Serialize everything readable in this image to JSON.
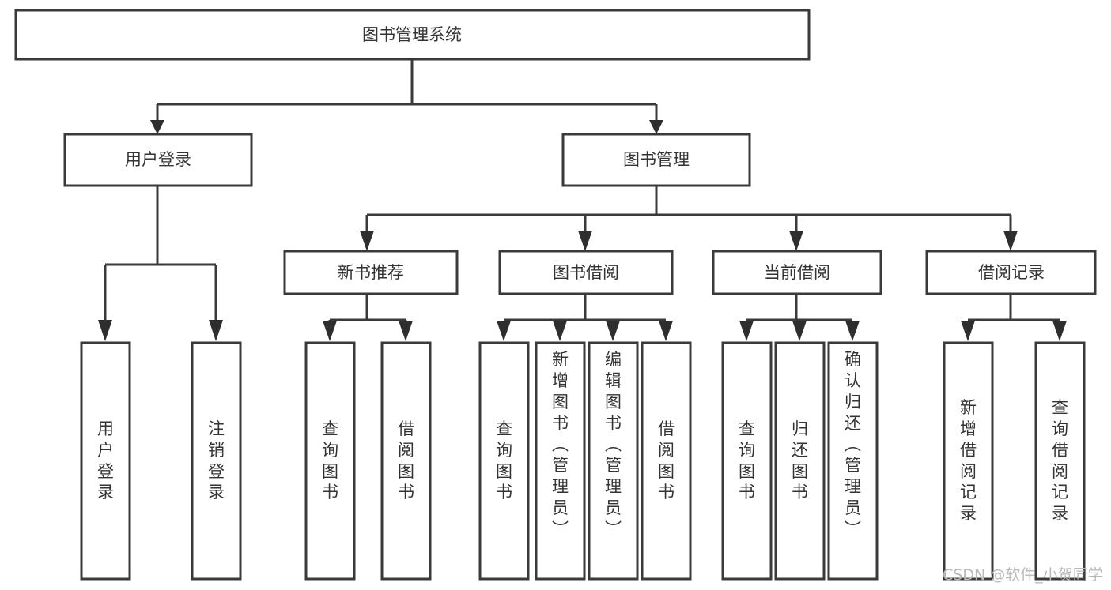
{
  "diagram": {
    "title": "图书管理系统",
    "watermark": "CSDN @软件_小贺同学",
    "colors": {
      "box_stroke": "#3a3a3a",
      "box_fill": "#ffffff",
      "connector": "#3a3a3a",
      "text": "#333333",
      "watermark": "#b9b9b9",
      "background": "#ffffff"
    },
    "root": {
      "label": "图书管理系统"
    },
    "level1": [
      {
        "label": "用户登录"
      },
      {
        "label": "图书管理"
      }
    ],
    "level2": [
      {
        "label": "新书推荐"
      },
      {
        "label": "图书借阅"
      },
      {
        "label": "当前借阅"
      },
      {
        "label": "借阅记录"
      }
    ],
    "leaves": {
      "user_login": [
        {
          "label": "用户登录"
        },
        {
          "label": "注销登录"
        }
      ],
      "new_book_recommend": [
        {
          "label": "查询图书"
        },
        {
          "label": "借阅图书"
        }
      ],
      "book_borrow": [
        {
          "label": "查询图书"
        },
        {
          "label": "新增图书（管理员）"
        },
        {
          "label": "编辑图书（管理员）"
        },
        {
          "label": "借阅图书"
        }
      ],
      "current_borrow": [
        {
          "label": "查询图书"
        },
        {
          "label": "归还图书"
        },
        {
          "label": "确认归还（管理员）"
        }
      ],
      "borrow_records": [
        {
          "label": "新增借阅记录"
        },
        {
          "label": "查询借阅记录"
        }
      ]
    }
  }
}
